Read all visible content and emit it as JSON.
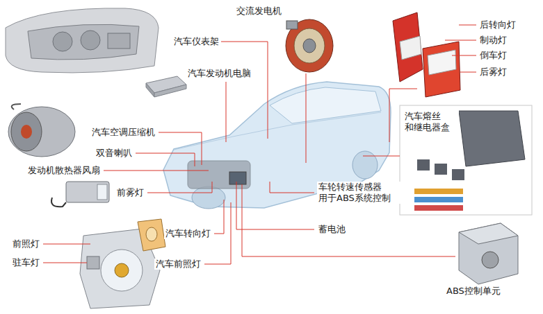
{
  "diagram": {
    "labels": [
      "交流发电机",
      "汽车仪表架",
      "汽车发动机电脑",
      "后转向灯",
      "制动灯",
      "倒车灯",
      "后雾灯",
      "汽车熔丝 和继电器盒",
      "汽车空调压缩机",
      "双音喇叭",
      "发动机散热器风扇",
      "前雾灯",
      "车轮转速传感器 用于ABS系统控制",
      "蓄电池",
      "汽车转向灯",
      "前照灯",
      "驻车灯",
      "汽车前照灯",
      "ABS控制单元"
    ]
  }
}
